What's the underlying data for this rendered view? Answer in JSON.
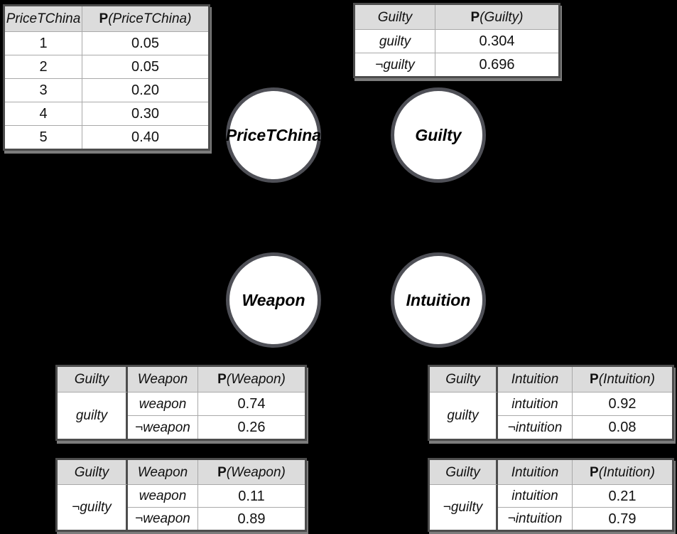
{
  "colors": {
    "background": "#000000",
    "table_border": "#4d4d4d",
    "header_fill": "#dcdcdc",
    "grid_line": "#a9a9a9",
    "node_border": "#4f5057",
    "node_fill": "#ffffff",
    "shadow": "#7c7c7c",
    "text": "#111111"
  },
  "nodes": {
    "price": {
      "label": "PriceTChina"
    },
    "guilty": {
      "label": "Guilty"
    },
    "weapon": {
      "label": "Weapon"
    },
    "intuition": {
      "label": "Intuition"
    }
  },
  "tables": {
    "price": {
      "col1_header": "PriceTChina",
      "p": "P",
      "p_args": "(PriceTChina)",
      "rows": [
        [
          "1",
          "0.05"
        ],
        [
          "2",
          "0.05"
        ],
        [
          "3",
          "0.20"
        ],
        [
          "4",
          "0.30"
        ],
        [
          "5",
          "0.40"
        ]
      ]
    },
    "guilty": {
      "col1_header": "Guilty",
      "p": "P",
      "p_args": "(Guilty)",
      "rows": [
        [
          "guilty",
          "0.304"
        ],
        [
          "¬guilty",
          "0.696"
        ]
      ]
    },
    "weapon_guilty": {
      "col1_header": "Guilty",
      "col2_header": "Weapon",
      "p": "P",
      "p_args": "(Weapon)",
      "condition": "guilty",
      "rows": [
        [
          "weapon",
          "0.74"
        ],
        [
          "¬weapon",
          "0.26"
        ]
      ]
    },
    "weapon_notguilty": {
      "col1_header": "Guilty",
      "col2_header": "Weapon",
      "p": "P",
      "p_args": "(Weapon)",
      "condition": "¬guilty",
      "rows": [
        [
          "weapon",
          "0.11"
        ],
        [
          "¬weapon",
          "0.89"
        ]
      ]
    },
    "intuition_guilty": {
      "col1_header": "Guilty",
      "col2_header": "Intuition",
      "p": "P",
      "p_args": "(Intuition)",
      "condition": "guilty",
      "rows": [
        [
          "intuition",
          "0.92"
        ],
        [
          "¬intuition",
          "0.08"
        ]
      ]
    },
    "intuition_notguilty": {
      "col1_header": "Guilty",
      "col2_header": "Intuition",
      "p": "P",
      "p_args": "(Intuition)",
      "condition": "¬guilty",
      "rows": [
        [
          "intuition",
          "0.21"
        ],
        [
          "¬intuition",
          "0.79"
        ]
      ]
    }
  }
}
